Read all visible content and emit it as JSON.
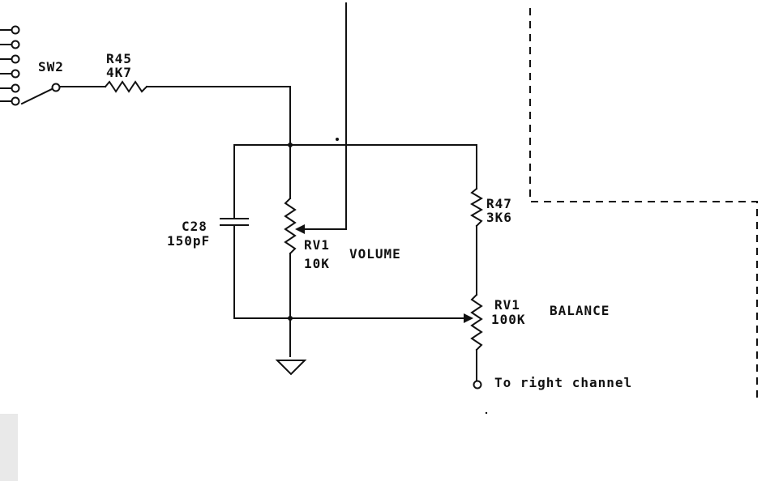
{
  "switch": {
    "ref": "SW2"
  },
  "r45": {
    "ref": "R45",
    "value": "4K7"
  },
  "c28": {
    "ref": "C28",
    "value": "150pF"
  },
  "rv1_volume": {
    "ref": "RV1",
    "value": "10K",
    "function": "VOLUME"
  },
  "r47": {
    "ref": "R47",
    "value": "3K6"
  },
  "rv1_balance": {
    "ref": "RV1",
    "value": "100K",
    "function": "BALANCE"
  },
  "output": {
    "label": "To right channel"
  }
}
